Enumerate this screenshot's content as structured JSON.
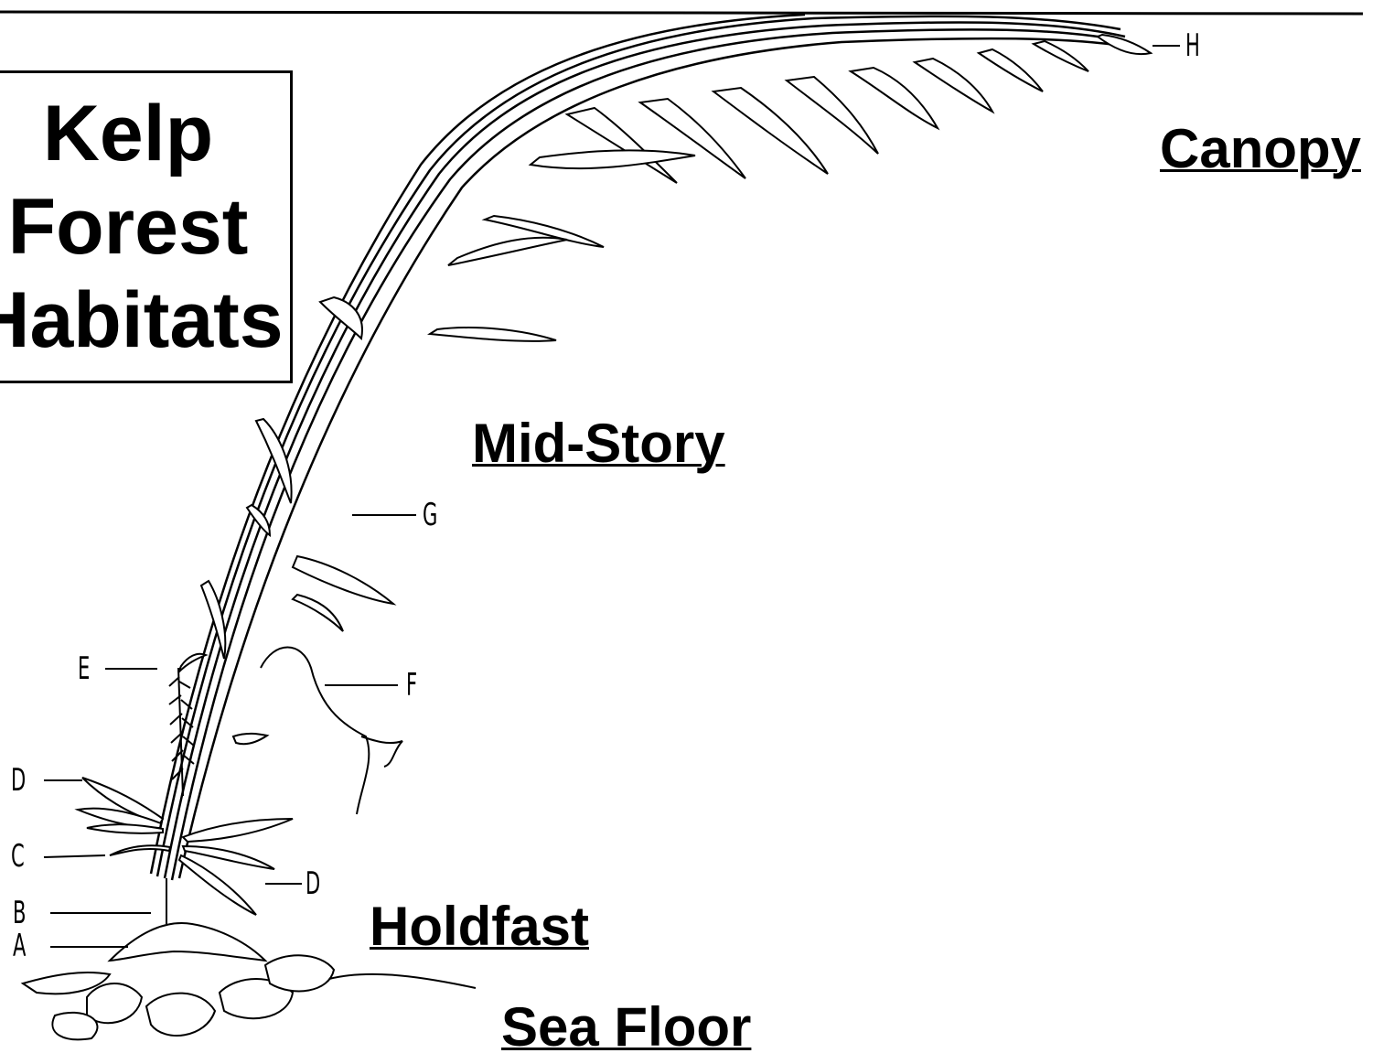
{
  "title": {
    "lines": [
      "Kelp",
      "Forest",
      "Habitats"
    ]
  },
  "zones": {
    "canopy": "Canopy",
    "mid_story": "Mid-Story",
    "holdfast": "Holdfast",
    "sea_floor": "Sea Floor"
  },
  "part_labels": {
    "a": "A",
    "b": "B",
    "c": "C",
    "d_left": "D",
    "d_right": "D",
    "e": "E",
    "f": "F",
    "g": "G",
    "h": "H"
  }
}
